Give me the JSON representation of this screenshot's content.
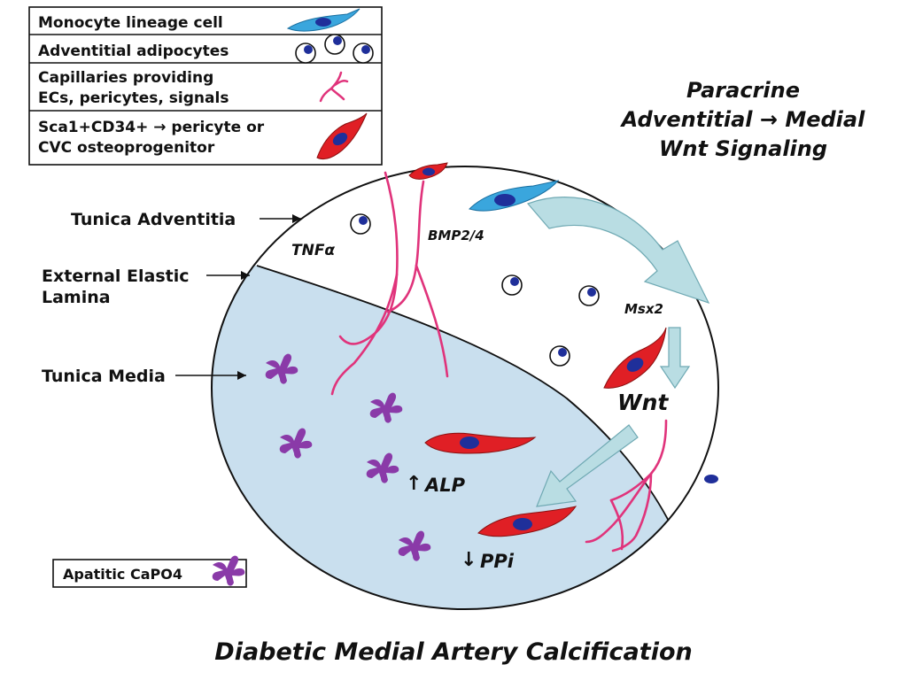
{
  "legend": {
    "monocyte_label": "Monocyte lineage cell",
    "adipocyte_label": "Adventitial adipocytes",
    "capillary_label_1": "Capillaries providing",
    "capillary_label_2": "ECs, pericytes, signals",
    "sca1_label_1": "Sca1+CD34+ →  pericyte or",
    "sca1_label_2": "CVC osteoprogenitor",
    "apatitic_label": "Apatitic CaPO4"
  },
  "title_block": {
    "line1": "Paracrine",
    "line2": "Adventitial → Medial",
    "line3": "Wnt Signaling"
  },
  "layers": {
    "adventitia": "Tunica Adventitia",
    "external_1": "External Elastic",
    "external_2": "Lamina",
    "media": "Tunica Media"
  },
  "signals": {
    "tnf": "TNFα",
    "bmp": "BMP2/4",
    "msx2": "Msx2",
    "wnt": "Wnt",
    "alp": "ALP",
    "ppi": "PPi",
    "up_arrow": "↑",
    "down_arrow": "↓"
  },
  "caption": "Diabetic Medial Artery Calcification",
  "colors": {
    "media_fill": "#c9dfee",
    "capillary": "#e0337b",
    "monocyte": "#3aa6dd",
    "osteo_cell": "#e01f25",
    "nucleus": "#1f2f9a",
    "crystal": "#8a3aa8",
    "arrow_fill": "#b9dde3"
  }
}
